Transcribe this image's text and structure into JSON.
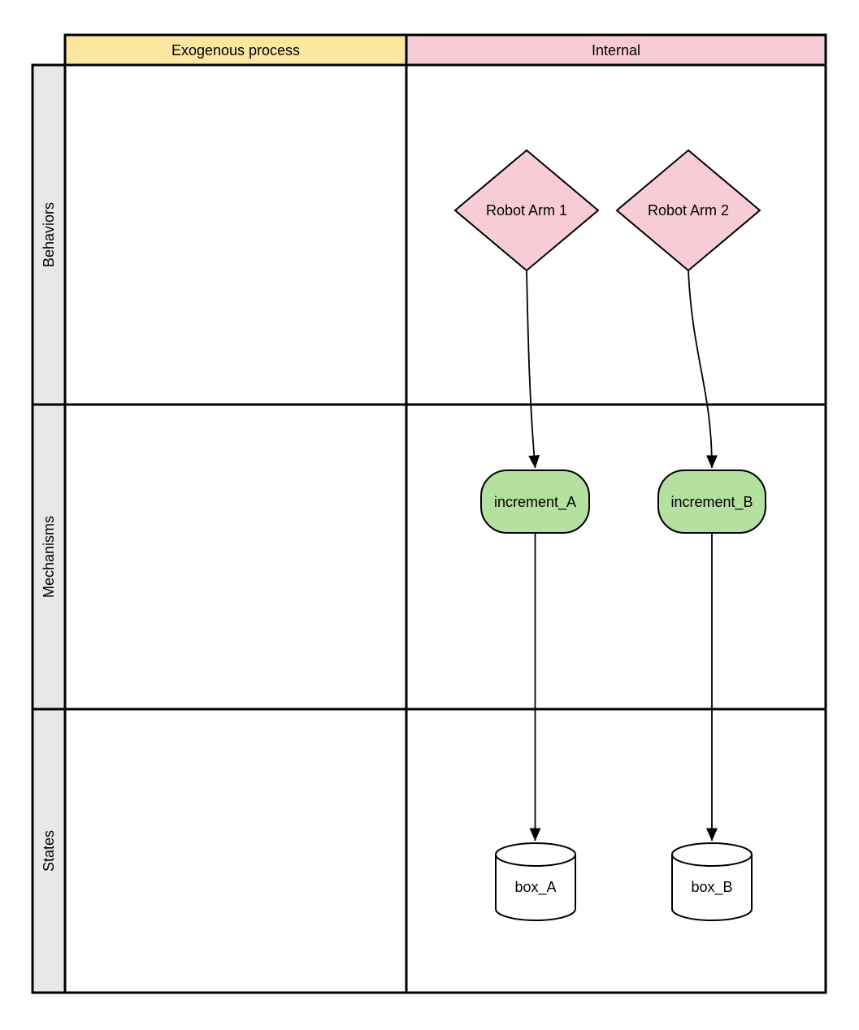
{
  "diagram": {
    "type": "swimlane-matrix-flowchart",
    "colors": {
      "exogenous_header": "#FCE7A0",
      "internal_header": "#F8CCD7",
      "behavior_node": "#F8CCD7",
      "mechanism_node": "#B4E0A0",
      "state_node": "#FFFFFF",
      "row_header_bg": "#E8E8E8",
      "cell_bg": "#FFFFFF",
      "border": "#000000"
    },
    "column_headers": [
      {
        "label": "Exogenous process"
      },
      {
        "label": "Internal"
      }
    ],
    "row_headers": [
      {
        "label": "Behaviors"
      },
      {
        "label": "Mechanisms"
      },
      {
        "label": "States"
      }
    ],
    "nodes": [
      {
        "id": "robot-arm-1",
        "label": "Robot Arm 1",
        "shape": "diamond",
        "row": "Behaviors",
        "column": "Internal"
      },
      {
        "id": "robot-arm-2",
        "label": "Robot Arm 2",
        "shape": "diamond",
        "row": "Behaviors",
        "column": "Internal"
      },
      {
        "id": "increment-a",
        "label": "increment_A",
        "shape": "rounded-rectangle",
        "row": "Mechanisms",
        "column": "Internal"
      },
      {
        "id": "increment-b",
        "label": "increment_B",
        "shape": "rounded-rectangle",
        "row": "Mechanisms",
        "column": "Internal"
      },
      {
        "id": "box-a",
        "label": "box_A",
        "shape": "cylinder",
        "row": "States",
        "column": "Internal"
      },
      {
        "id": "box-b",
        "label": "box_B",
        "shape": "cylinder",
        "row": "States",
        "column": "Internal"
      }
    ],
    "edges": [
      {
        "from": "Robot Arm 1",
        "to": "increment_A"
      },
      {
        "from": "Robot Arm 2",
        "to": "increment_B"
      },
      {
        "from": "increment_A",
        "to": "box_A"
      },
      {
        "from": "increment_B",
        "to": "box_B"
      }
    ]
  }
}
